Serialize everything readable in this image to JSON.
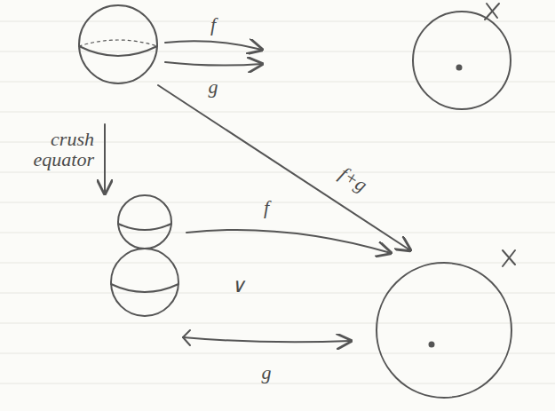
{
  "diagram": {
    "labels": [
      "f",
      "g",
      "crush equator",
      "f+g",
      "f",
      "∨",
      "g"
    ]
  }
}
